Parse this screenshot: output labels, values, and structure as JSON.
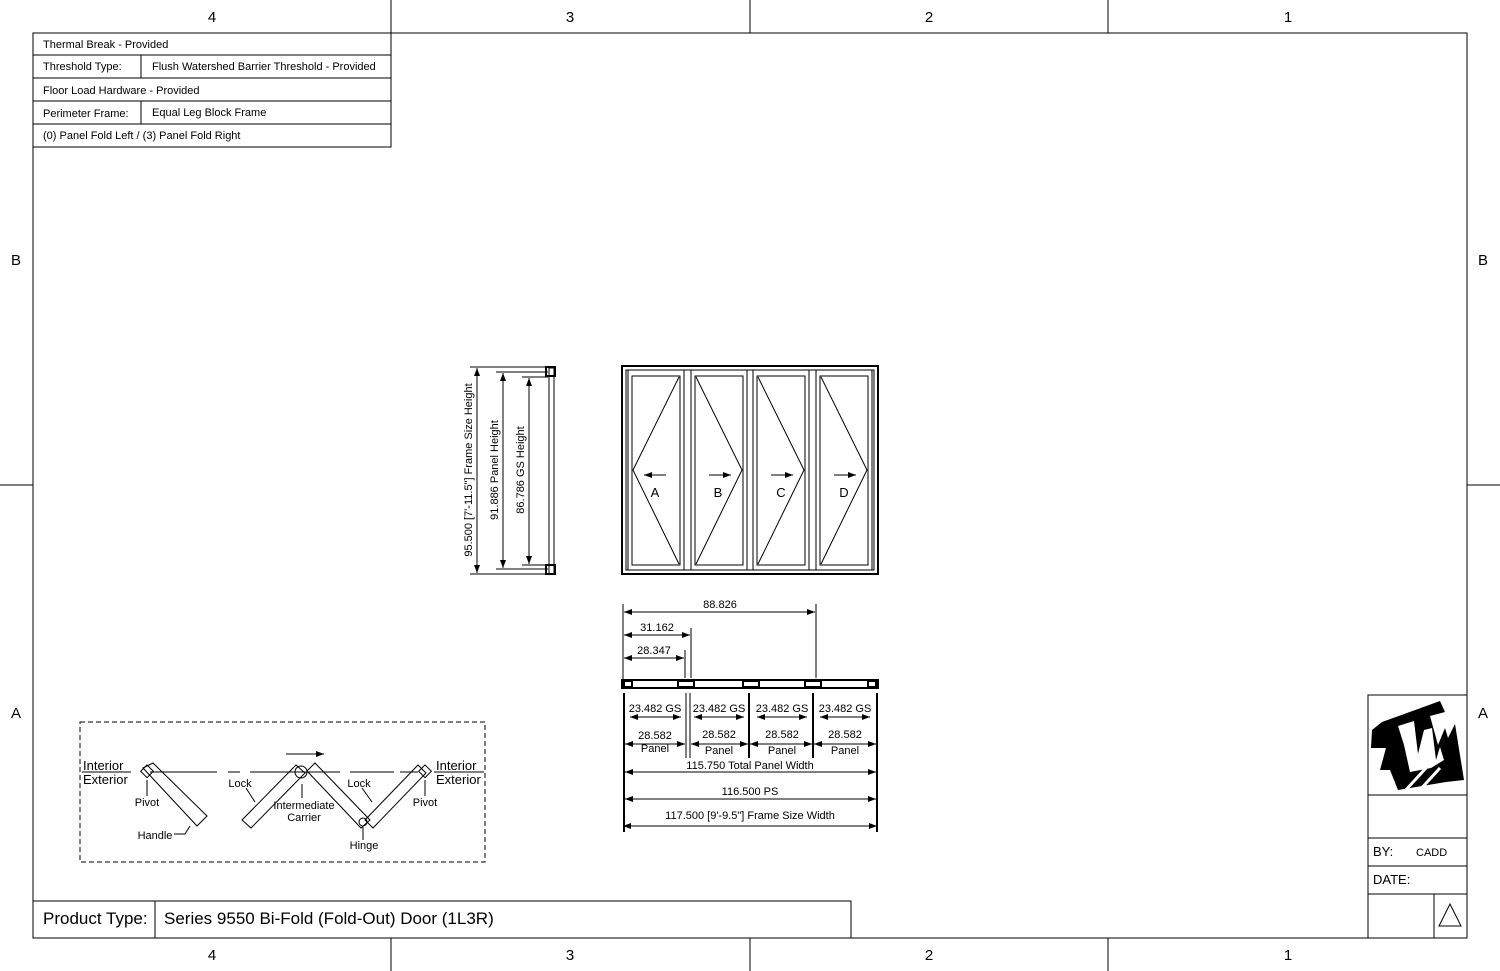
{
  "zones": {
    "columns": [
      "4",
      "3",
      "2",
      "1"
    ],
    "rows": [
      "B",
      "A"
    ]
  },
  "spec_table": {
    "thermal_break": "Thermal Break - Provided",
    "threshold_label": "Threshold Type:",
    "threshold_value": "Flush Watershed Barrier Threshold - Provided",
    "floor_load": "Floor Load Hardware - Provided",
    "perimeter_label": "Perimeter Frame:",
    "perimeter_value": "Equal Leg Block Frame",
    "fold_config": "(0) Panel Fold Left / (3) Panel Fold Right"
  },
  "section": {
    "frame_height": "95.500 [7'-11.5\"] Frame Size Height",
    "panel_height": "91.886 Panel Height",
    "gs_height": "86.786 GS Height"
  },
  "elevation": {
    "panels": [
      "A",
      "B",
      "C",
      "D"
    ],
    "panel_directions": [
      "left",
      "right",
      "right",
      "right"
    ]
  },
  "plan": {
    "dim_88": "88.826",
    "dim_31": "31.162",
    "dim_28": "28.347",
    "gs": [
      "23.482 GS",
      "23.482 GS",
      "23.482 GS",
      "23.482 GS"
    ],
    "panel_widths": [
      "28.582",
      "28.582",
      "28.582",
      "28.582"
    ],
    "panel_word": "Panel",
    "total_panel_width": "115.750 Total Panel Width",
    "ps": "116.500 PS",
    "frame_width": "117.500 [9'-9.5\"] Frame Size Width"
  },
  "legend": {
    "interior": "Interior",
    "exterior": "Exterior",
    "pivot": "Pivot",
    "handle": "Handle",
    "lock": "Lock",
    "intermediate": "Intermediate",
    "carrier": "Carrier",
    "hinge": "Hinge"
  },
  "title_block": {
    "product_label": "Product Type:",
    "product_value": "Series 9550 Bi-Fold (Fold-Out) Door (1L3R)",
    "by_label": "BY:",
    "by_value": "CADD",
    "date_label": "DATE:",
    "logo_text": "W",
    "revision_icon": "triangle-icon"
  }
}
